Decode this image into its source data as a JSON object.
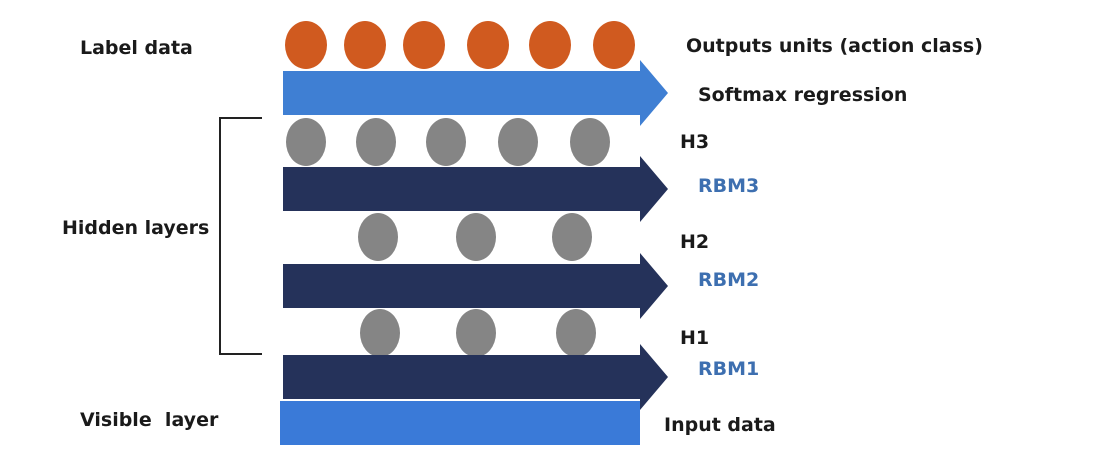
{
  "left_labels": {
    "label_data": "Label data",
    "hidden_layers": "Hidden layers",
    "visible_layer": "Visible  layer"
  },
  "right_labels": {
    "outputs": "Outputs units (action class)",
    "softmax": "Softmax regression",
    "h3": "H3",
    "rbm3": "RBM3",
    "h2": "H2",
    "rbm2": "RBM2",
    "h1": "H1",
    "rbm1": "RBM1",
    "input": "Input data"
  },
  "units": {
    "output": 6,
    "h3": 5,
    "h2": 3,
    "h1": 3
  },
  "colors": {
    "output_unit": "#d05a1f",
    "hidden_unit": "#858585",
    "softmax_arrow": "#3f7fd3",
    "rbm_arrow": "#25325a",
    "input_bar": "#3a7ad8",
    "rbm_label": "#3d6fb0",
    "bracket": "#222222"
  }
}
